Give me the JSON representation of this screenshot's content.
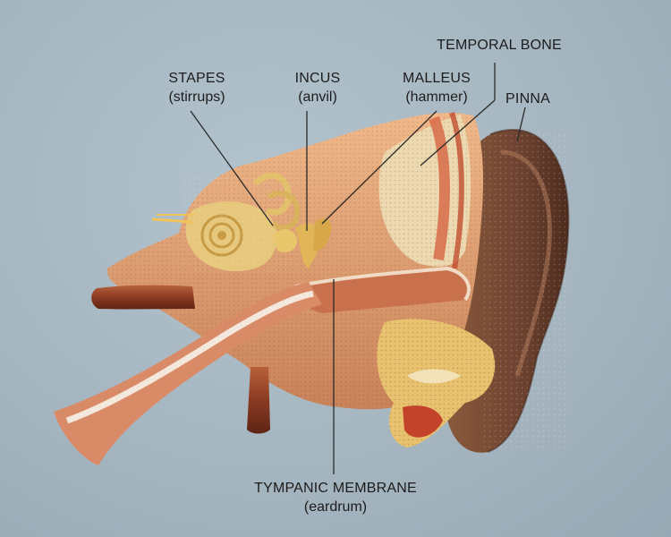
{
  "labels": {
    "stapes": {
      "title": "STAPES",
      "sub": "(stirrups)"
    },
    "incus": {
      "title": "INCUS",
      "sub": "(anvil)"
    },
    "malleus": {
      "title": "MALLEUS",
      "sub": "(hammer)"
    },
    "temporal_bone": {
      "title": "TEMPORAL BONE"
    },
    "pinna": {
      "title": "PINNA"
    },
    "tympanic_membrane": {
      "title": "TYMPANIC MEMBRANE",
      "sub": "(eardrum)"
    }
  },
  "colors": {
    "background": "#a9b8c2",
    "skin": "#e0a77a",
    "pinna": "#7a4a32",
    "bone": "#e9c98a",
    "canal": "#c9714d",
    "leader_line": "#2a2a2a"
  }
}
